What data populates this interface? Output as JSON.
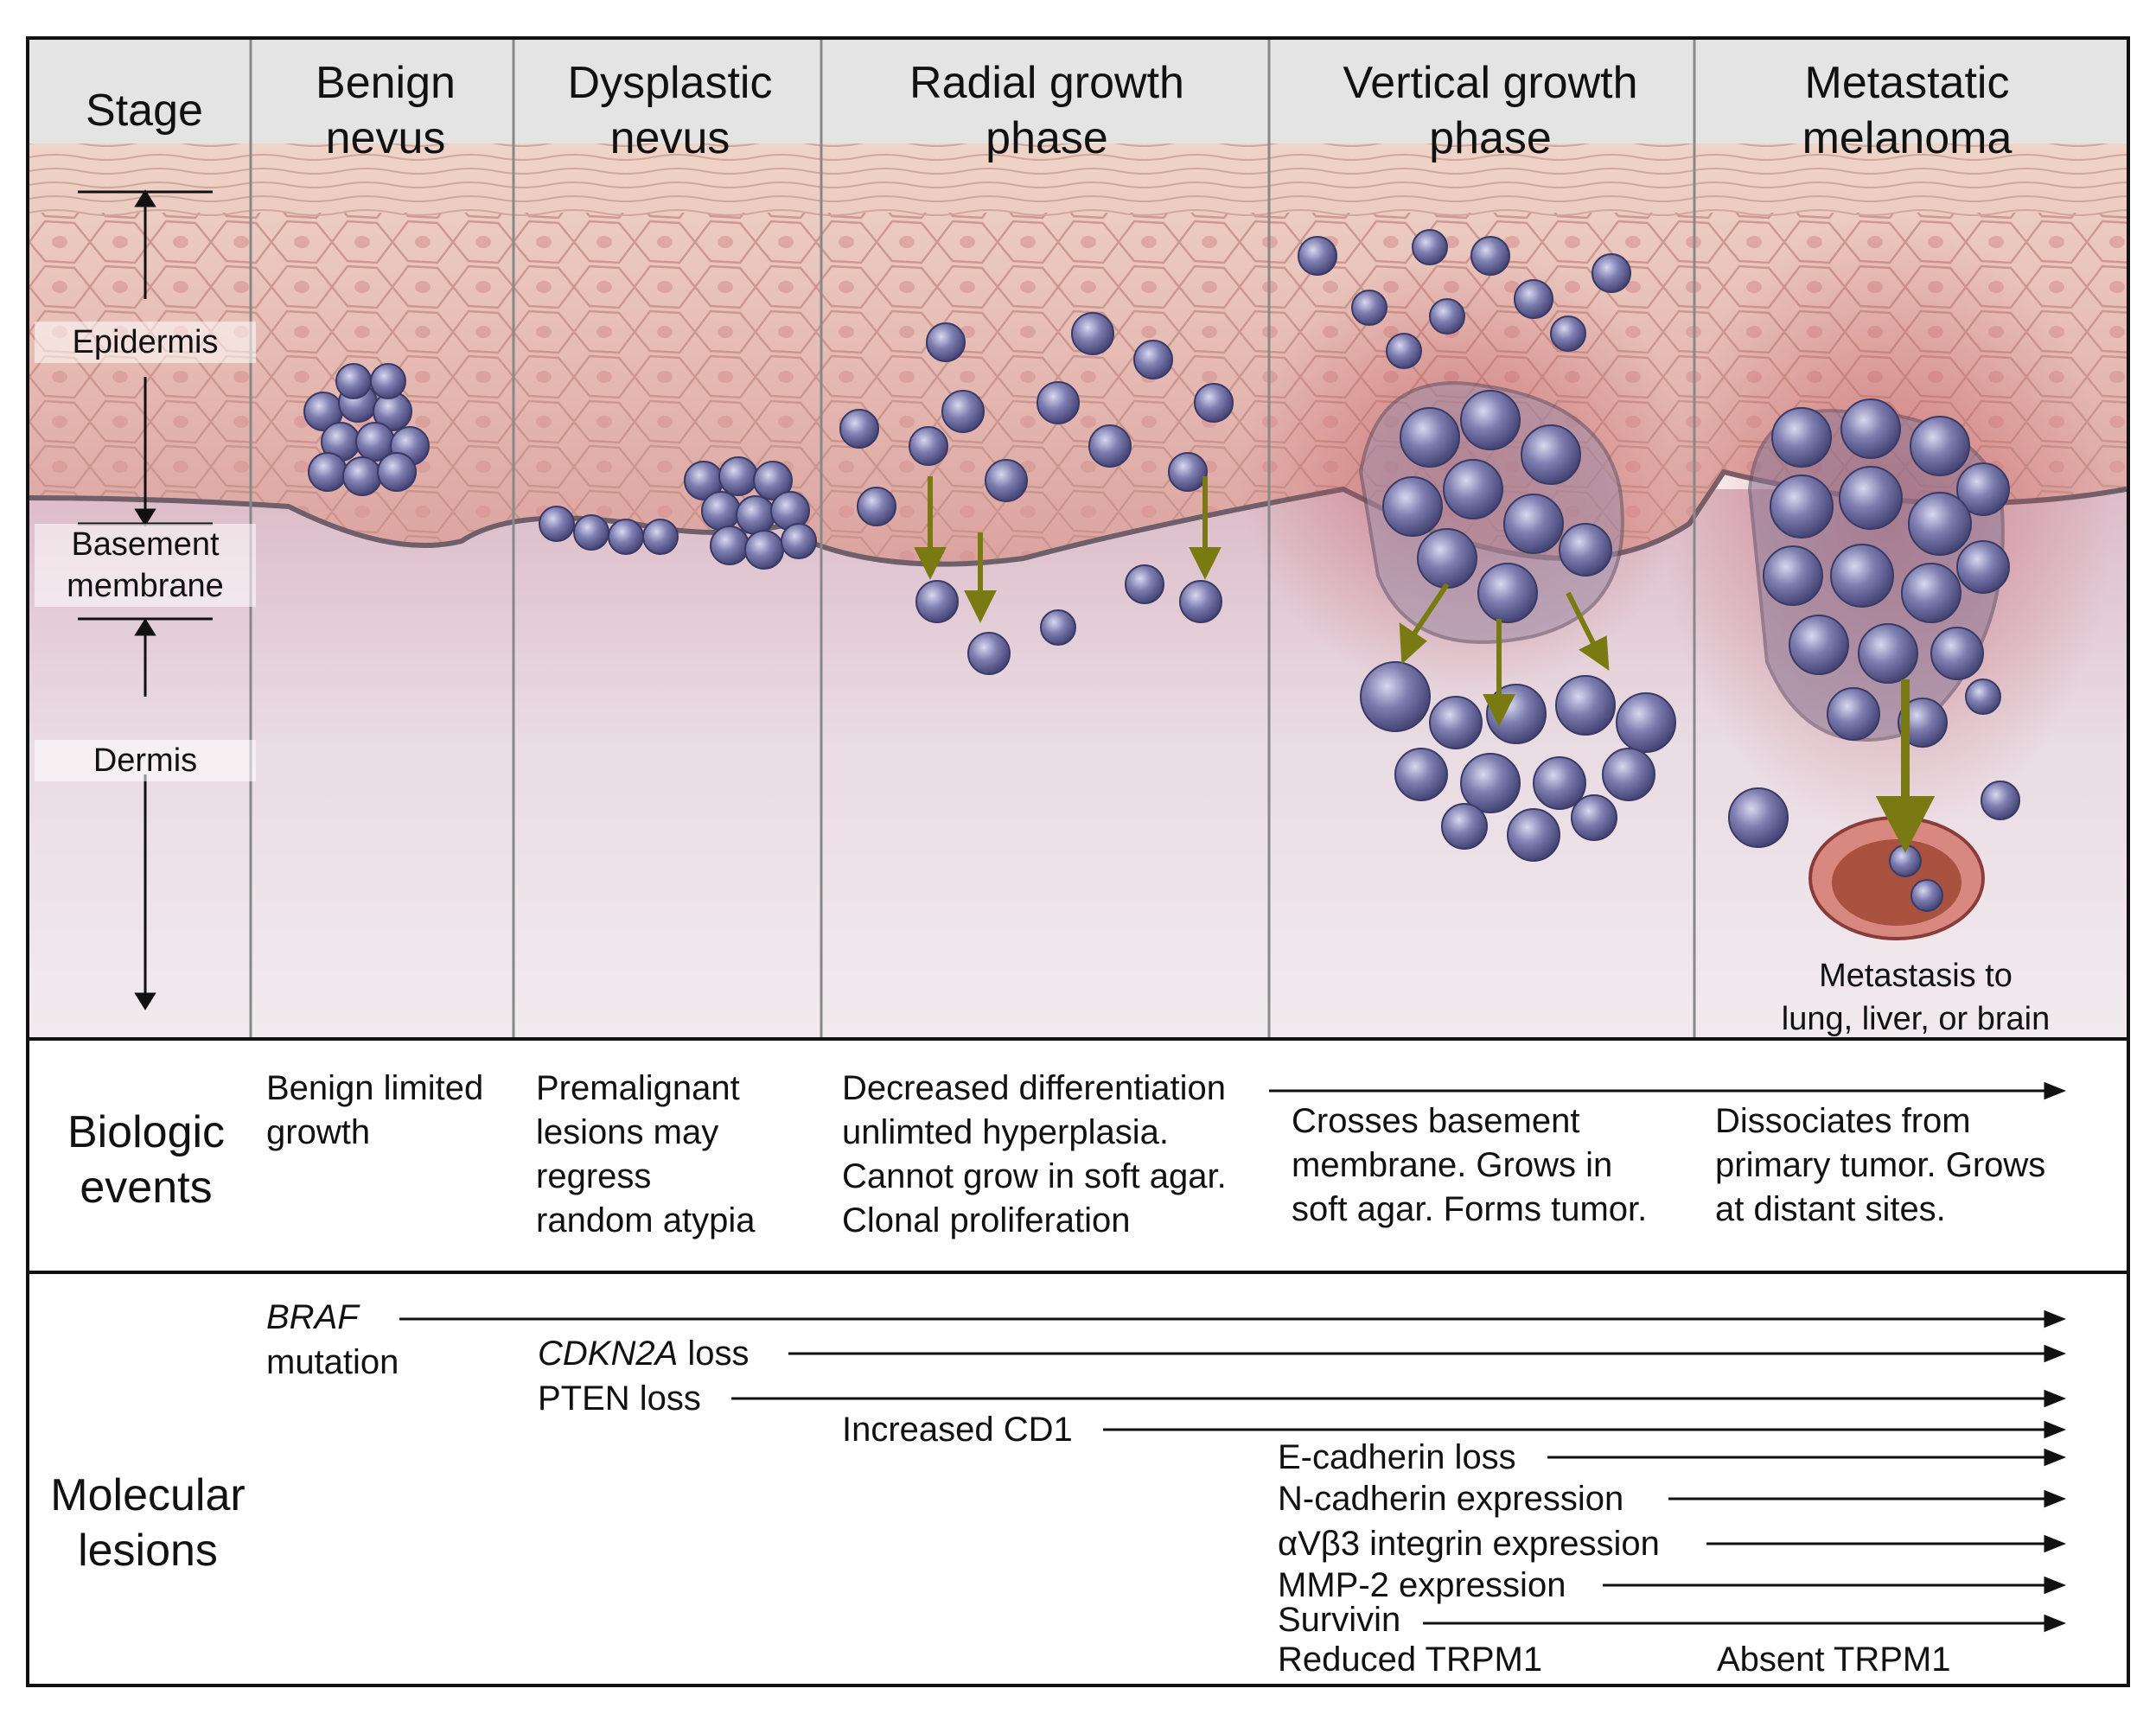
{
  "stages": {
    "header": "Stage",
    "columns": [
      {
        "label": "Benign\nnevus"
      },
      {
        "label": "Dysplastic\nnevus"
      },
      {
        "label": "Radial growth\nphase"
      },
      {
        "label": "Vertical growth\nphase"
      },
      {
        "label": "Metastatic\nmelanoma"
      }
    ]
  },
  "layers": {
    "epidermis": "Epidermis",
    "basement_membrane": "Basement\nmembrane",
    "dermis": "Dermis"
  },
  "metastasis_label": "Metastasis to\nlung, liver, or brain",
  "biologic": {
    "header": "Biologic\nevents",
    "entries": [
      "Benign limited\ngrowth",
      "Premalignant\nlesions may\nregress\nrandom atypia",
      "Decreased differentiation\nunlimted hyperplasia.\nCannot grow in soft agar.\nClonal proliferation",
      "Crosses basement\nmembrane. Grows in\nsoft agar. Forms tumor.",
      "Dissociates from\nprimary tumor. Grows\nat distant sites."
    ]
  },
  "molecular": {
    "header": "Molecular\nlesions",
    "braf_gene": "BRAF",
    "braf_suffix": "mutation",
    "cdkn2a_gene": "CDKN2A",
    "cdkn2a_suffix": " loss",
    "pten": "PTEN loss",
    "cd1": "Increased CD1",
    "ecad": "E-cadherin loss",
    "ncad": "N-cadherin expression",
    "integrin": "αVβ3 integrin expression",
    "mmp2": "MMP-2 expression",
    "survivin": "Survivin",
    "trpm1_reduced": "Reduced TRPM1",
    "trpm1_absent": "Absent TRPM1"
  },
  "colors": {
    "stratum_corneum": "#f1ddd0",
    "epidermis": "#e6b8ae",
    "cell_outline": "#c48f85",
    "dermis": "#e8d6df",
    "deep_dermis": "#efe6ea",
    "basement_membrane": "#7d6d78",
    "melanoma_cell": "#6a6a9e",
    "migration_arrow": "#7a7a12"
  }
}
